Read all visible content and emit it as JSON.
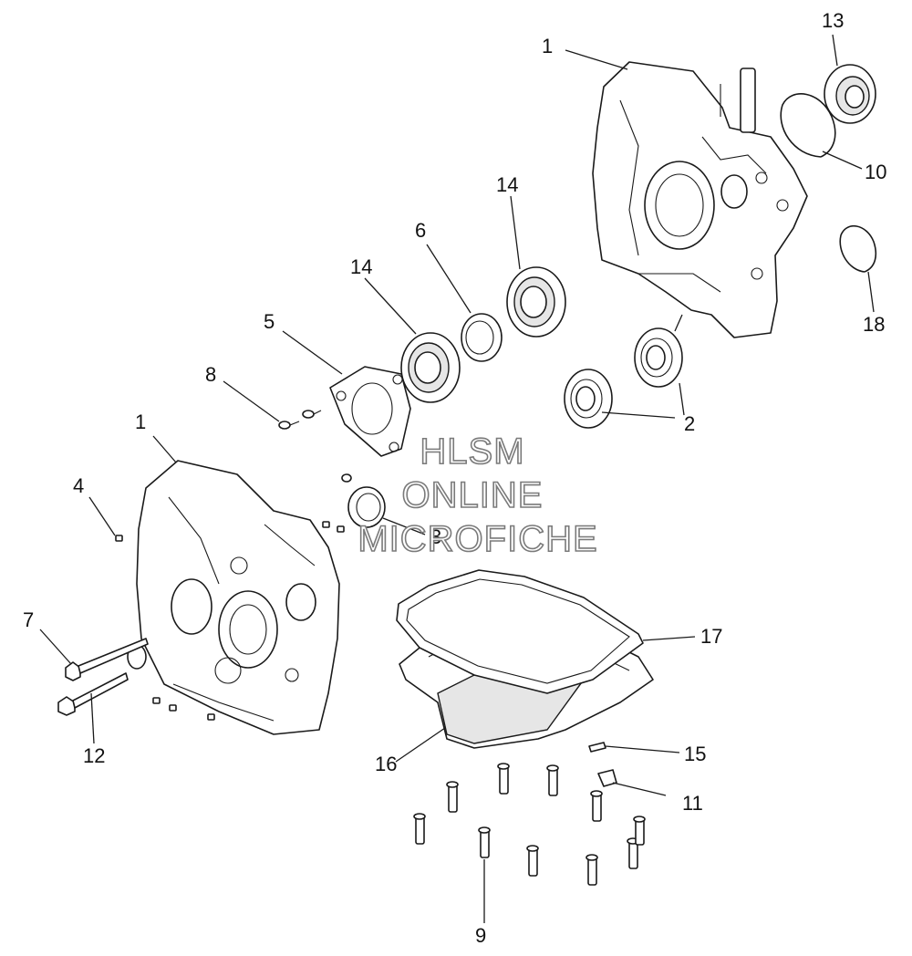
{
  "callouts": {
    "c1a": "1",
    "c13": "13",
    "c10": "10",
    "c18": "18",
    "c14a": "14",
    "c6": "6",
    "c14b": "14",
    "c5": "5",
    "c8": "8",
    "c2": "2",
    "c1b": "1",
    "c4": "4",
    "c3": "3",
    "c7": "7",
    "c12": "12",
    "c17": "17",
    "c16": "16",
    "c15": "15",
    "c11": "11",
    "c9": "9"
  },
  "watermark": {
    "line1": "HLSM",
    "line2": "ONLINE",
    "line3": "MICROFICHE"
  },
  "colors": {
    "line": "#1a1a1a",
    "watermark": "#7a7a7a",
    "background": "#ffffff"
  }
}
